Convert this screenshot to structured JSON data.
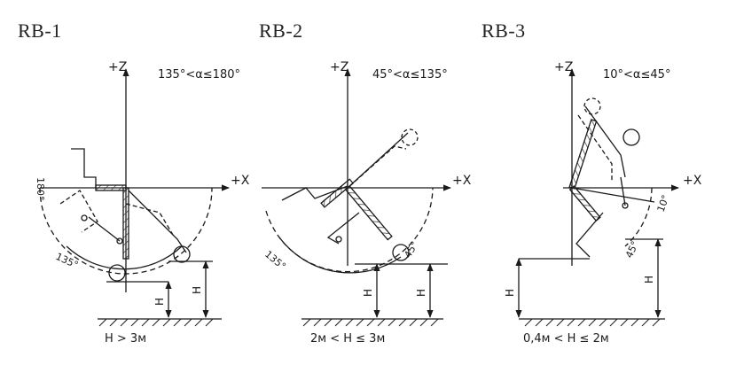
{
  "panels": [
    {
      "title": "RB-1",
      "range": "135°<α≤180°",
      "z_axis": "+Z",
      "x_axis": "+X",
      "angle_a": "180°",
      "angle_b": "135°",
      "height_label": "H",
      "height_label_2": "H",
      "condition": "H > 3м"
    },
    {
      "title": "RB-2",
      "range": "45°<α≤135°",
      "z_axis": "+Z",
      "x_axis": "+X",
      "angle_a": "135°",
      "angle_b": "45°",
      "height_label": "H",
      "height_label_2": "H",
      "condition": "2м < H ≤ 3м"
    },
    {
      "title": "RB-3",
      "range": "10°<α≤45°",
      "z_axis": "+Z",
      "x_axis": "+X",
      "angle_a": "10°",
      "angle_b": "45°",
      "height_label": "H",
      "height_label_2": "H",
      "condition": "0,4м < H ≤ 2м"
    }
  ]
}
